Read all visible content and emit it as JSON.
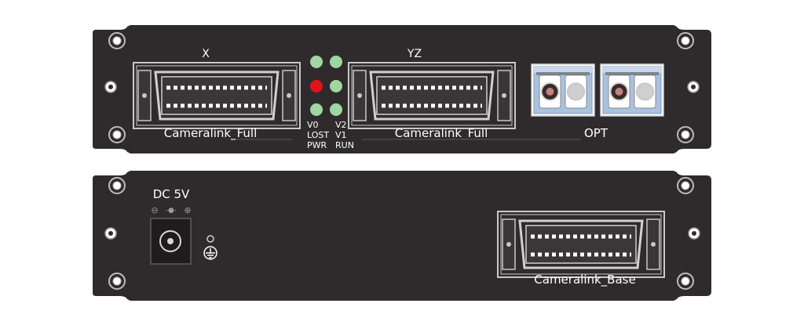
{
  "colors": {
    "chassis": "#2f2b2c",
    "label_text": "#ffffff",
    "led_green": "#9fd6a3",
    "led_red": "#e3131b",
    "connector_frame": "#bfbfbf",
    "sfp_body": "#a9c2de"
  },
  "front_panel": {
    "port_x_label": "X",
    "port_yz_label": "YZ",
    "cameralink_x_label": "Cameralink_Full",
    "cameralink_yz_label": "Cameralink_Full",
    "opt_label": "OPT",
    "leds": [
      {
        "name": "V0",
        "color": "green"
      },
      {
        "name": "V2",
        "color": "green"
      },
      {
        "name": "LOST",
        "color": "red"
      },
      {
        "name": "V1",
        "color": "green"
      },
      {
        "name": "PWR",
        "color": "green"
      },
      {
        "name": "RUN",
        "color": "green"
      }
    ],
    "led_labels": {
      "v0": "V0",
      "v2": "V2",
      "lost": "LOST",
      "v1": "V1",
      "pwr": "PWR",
      "run": "RUN"
    }
  },
  "rear_panel": {
    "dc_label": "DC 5V",
    "polarity_minus": "⊖",
    "polarity_center": "-●-",
    "polarity_plus": "⊕",
    "cameralink_base_label": "Cameralink_Base"
  }
}
